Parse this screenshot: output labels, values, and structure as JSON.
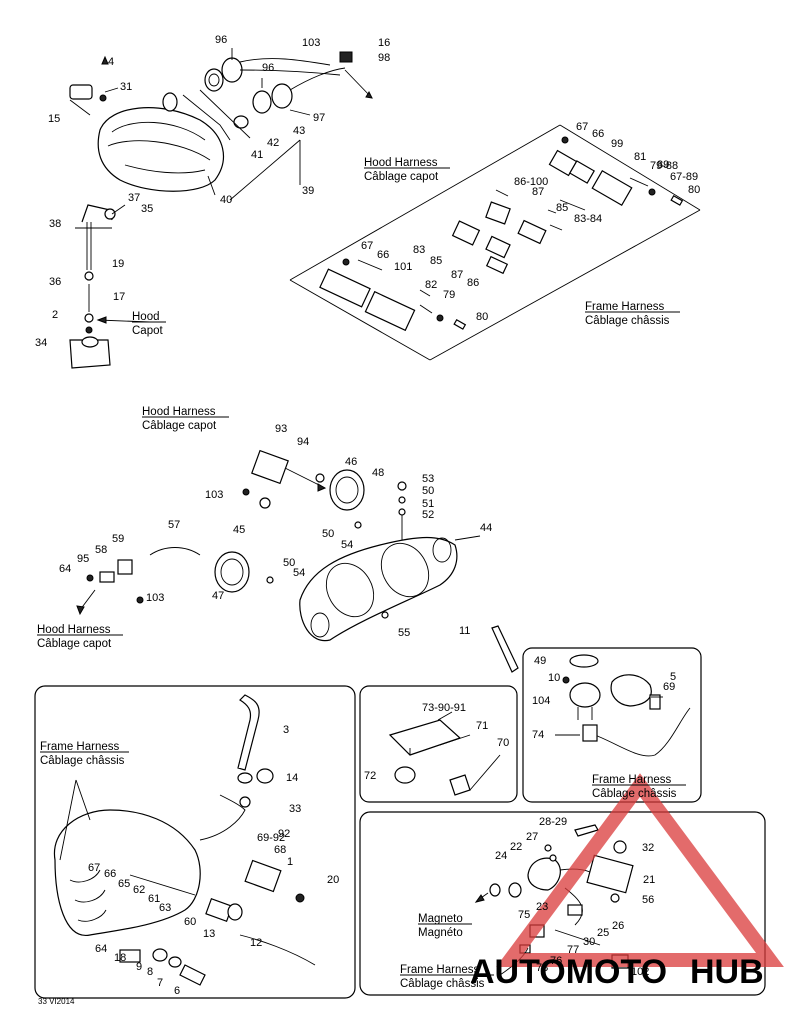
{
  "callouts": [
    "1",
    "2",
    "3",
    "4",
    "5",
    "6",
    "7",
    "8",
    "9",
    "10",
    "11",
    "12",
    "13",
    "14",
    "15",
    "16",
    "17",
    "18",
    "19",
    "20",
    "21",
    "22",
    "23",
    "24",
    "25",
    "26",
    "27",
    "28-29",
    "30",
    "31",
    "32",
    "33",
    "34",
    "35",
    "36",
    "37",
    "38",
    "39",
    "40",
    "41",
    "42",
    "43",
    "44",
    "45",
    "46",
    "47",
    "48",
    "49",
    "50",
    "51",
    "52",
    "53",
    "54",
    "55",
    "56",
    "57",
    "58",
    "59",
    "60",
    "61",
    "62",
    "63",
    "64",
    "65",
    "66",
    "67",
    "68",
    "69",
    "70",
    "71",
    "72",
    "73-90-91",
    "74",
    "75",
    "76",
    "77",
    "78",
    "79",
    "80",
    "81",
    "82",
    "83",
    "83-84",
    "85",
    "86",
    "86-100",
    "87",
    "89",
    "92",
    "93",
    "94",
    "95",
    "96",
    "97",
    "98",
    "99",
    "101",
    "102",
    "103",
    "104",
    "67-89",
    "69-92",
    "79-88"
  ],
  "labels": {
    "hood_harness": "Hood Harness",
    "hood_harness_fr": "Câblage capot",
    "frame_harness": "Frame Harness",
    "frame_harness_fr": "Câblage châssis",
    "hood": "Hood",
    "hood_fr": "Capot",
    "magneto": "Magneto",
    "magneto_fr": "Magnéto"
  },
  "footer_code": "33 VI2014",
  "watermark": {
    "text_a": "AUTOMOTO",
    "text_b": "HUB",
    "color": "#d93a3a"
  }
}
